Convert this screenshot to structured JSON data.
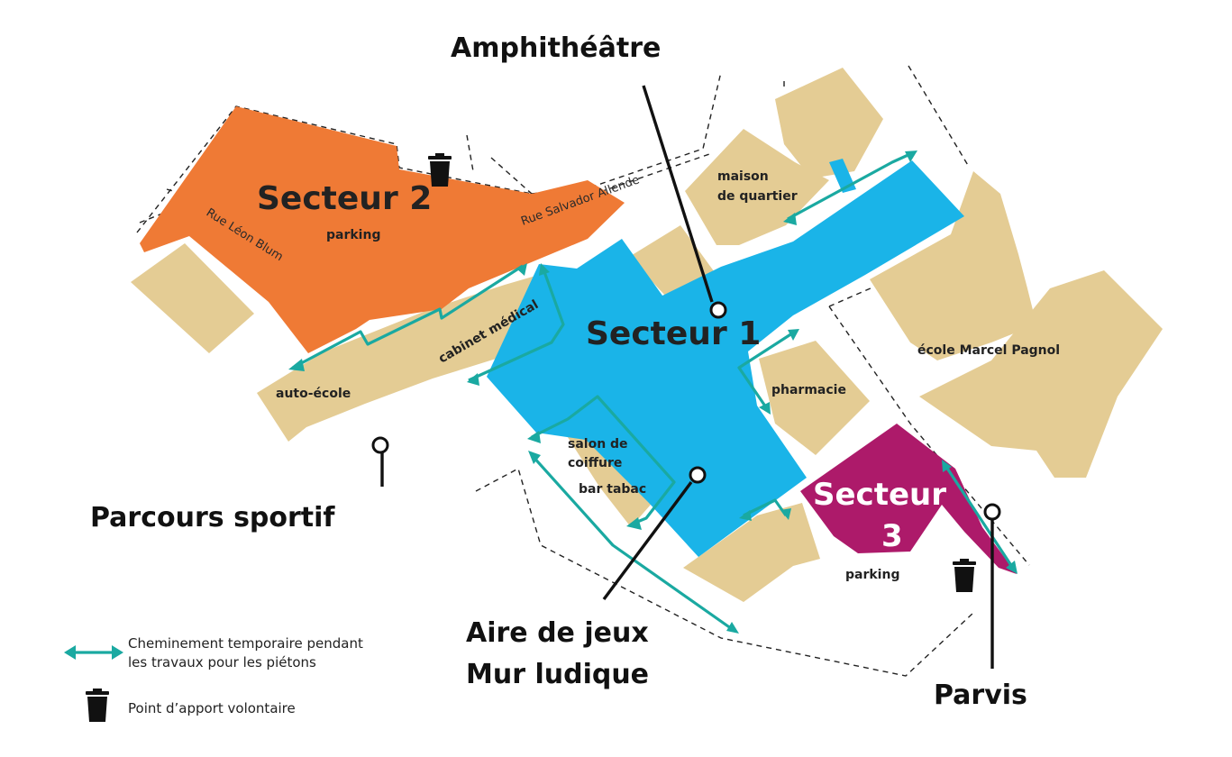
{
  "sectors": {
    "s1": "Secteur 1",
    "s2": "Secteur 2",
    "s3_line1": "Secteur",
    "s3_line2": "3"
  },
  "streets": {
    "leon_blum": "Rue Léon Blum",
    "salvador_allende": "Rue Salvador Allende"
  },
  "places": {
    "parking_s2": "parking",
    "parking_s3": "parking",
    "maison_line1": "maison",
    "maison_line2": "de quartier",
    "cabinet": "cabinet médical",
    "auto_ecole": "auto-école",
    "pharmacie": "pharmacie",
    "ecole": "école Marcel Pagnol",
    "salon_line1": "salon de",
    "salon_line2": "coiffure",
    "bar_tabac": "bar tabac"
  },
  "callouts": {
    "amphitheatre": "Amphithéâtre",
    "parcours": "Parcours sportif",
    "aire_line1": "Aire de jeux",
    "aire_line2": "Mur ludique",
    "parvis": "Parvis"
  },
  "legend": {
    "walkway_line1": "Cheminement temporaire pendant",
    "walkway_line2": "les travaux pour les piétons",
    "bin": "Point d’apport volontaire"
  },
  "colors": {
    "sector1": "#1ab4e8",
    "sector2": "#ef7a35",
    "sector3": "#ad1a6a",
    "walkway": "#1aa9a1",
    "building": "#e4cc94"
  },
  "icons": {
    "walkway": "double-arrow-icon",
    "bin": "trash-bin-icon"
  }
}
